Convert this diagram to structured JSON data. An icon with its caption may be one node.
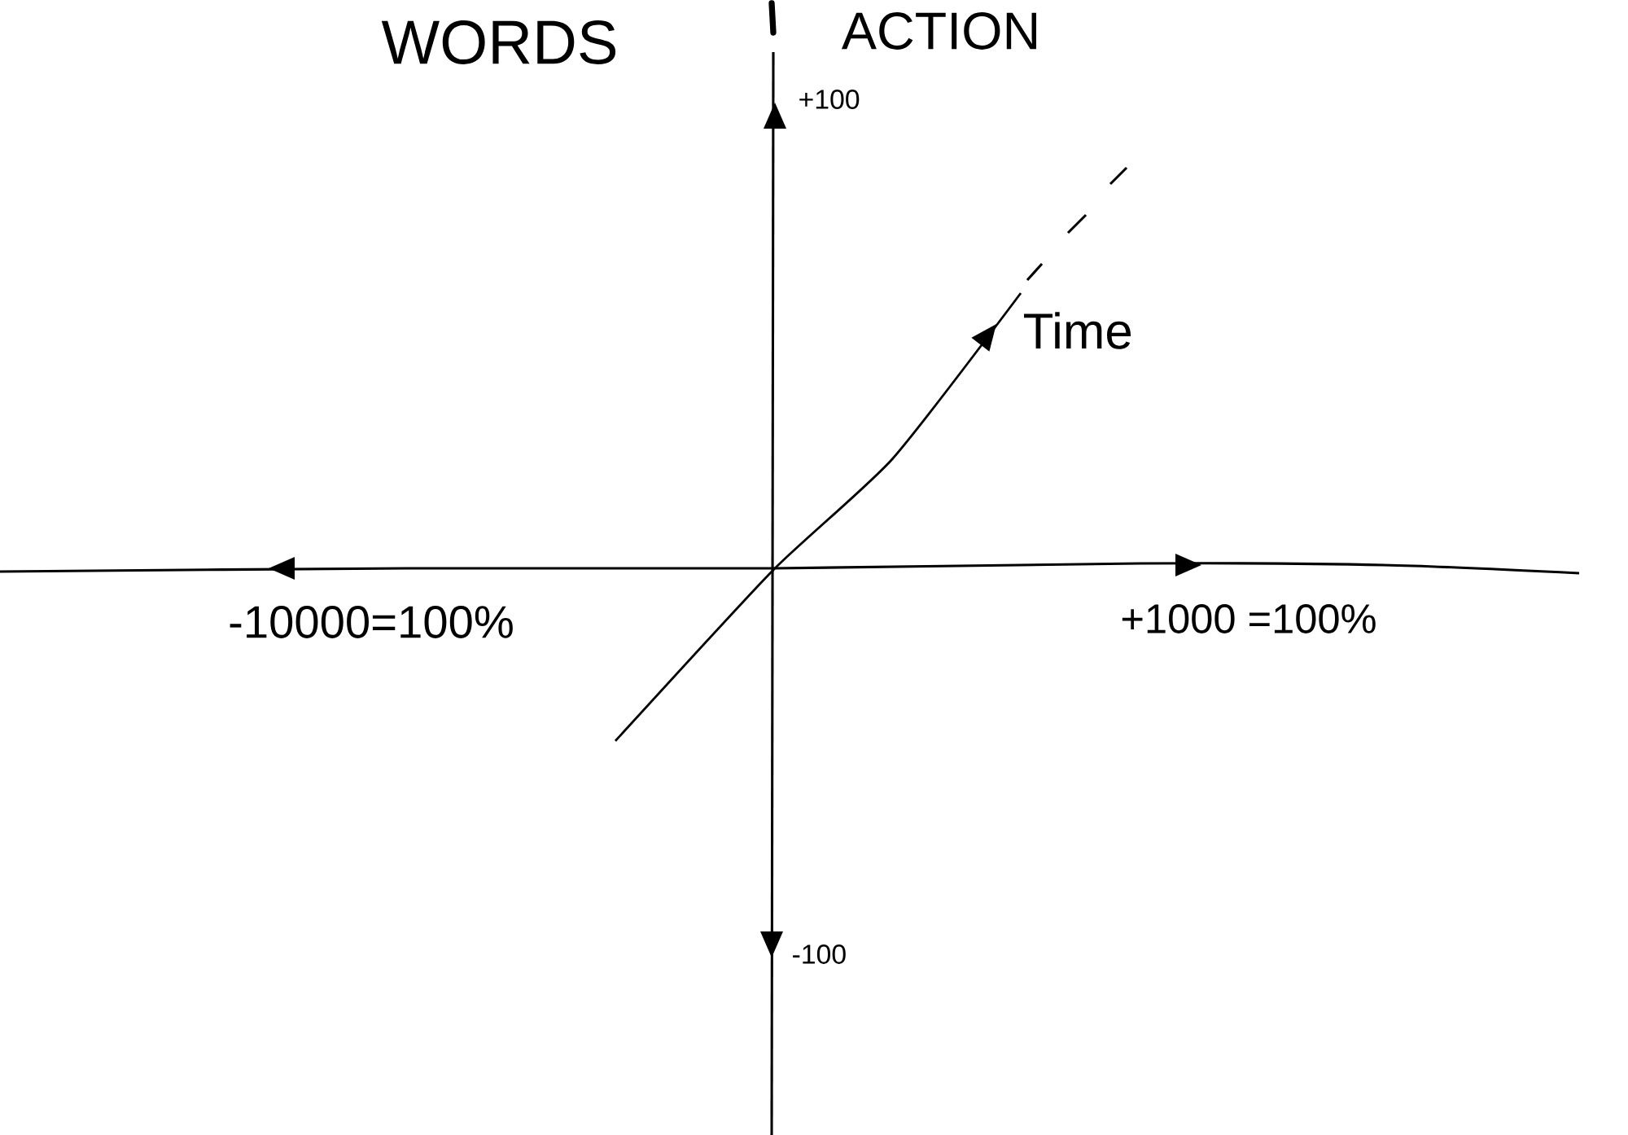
{
  "diagram": {
    "labels": [
      "WORDS",
      "ACTION",
      "+100",
      "Time",
      "-10000=100%",
      "+1000 =100%",
      "-100"
    ]
  }
}
